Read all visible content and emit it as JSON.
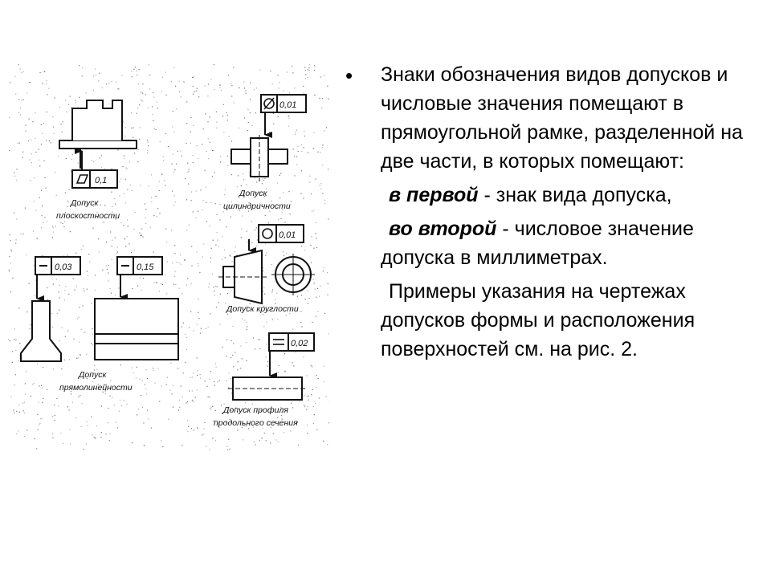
{
  "slide": {
    "bullet_glyph": "•",
    "main_text": "Знаки обозначения видов допусков и числовые значения помещают в прямоугольной рамке, разделенной на две части, в которых помещают:",
    "item_first": {
      "lead": "в первой",
      "rest": " - знак вида допуска,"
    },
    "item_second": {
      "lead": "во второй",
      "rest": " - числовое значение допуска в миллиметрах."
    },
    "examples_text": "Примеры указания на чертежах допусков формы и расположения поверхностей см. на рис. 2."
  },
  "figure": {
    "tol_flatness": "0,1",
    "tol_cylindricity": "0,01",
    "tol_roundness": "0,01",
    "tol_straightness_a": "0,03",
    "tol_straightness_b": "0,15",
    "tol_profile": "0,02",
    "label_flatness_1": "Допуск",
    "label_flatness_2": "плоскостности",
    "label_cylindricity_1": "Допуск",
    "label_cylindricity_2": "цилиндричности",
    "label_roundness": "Допуск круглости",
    "label_straightness_1": "Допуск",
    "label_straightness_2": "прямолинейности",
    "label_profile_1": "Допуск профиля",
    "label_profile_2": "продольного  сечения"
  }
}
